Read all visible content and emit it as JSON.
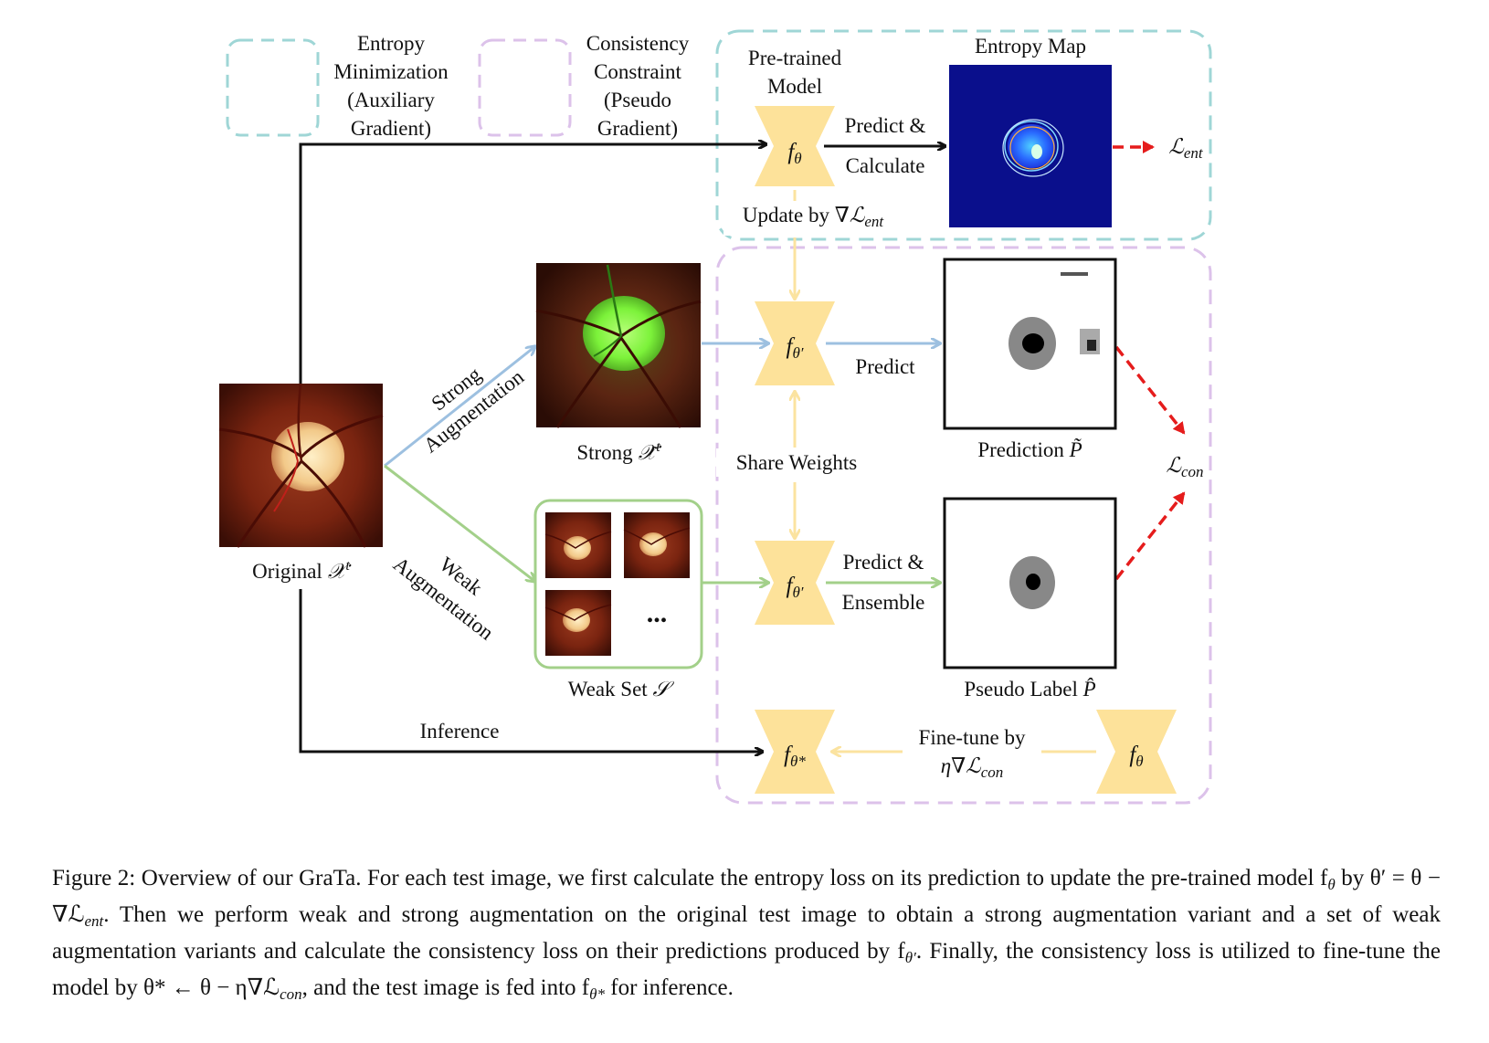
{
  "figure": {
    "legend": {
      "entropy_min": [
        "Entropy",
        "Minimization",
        "(Auxiliary",
        "Gradient)"
      ],
      "consistency": [
        "Consistency",
        "Constraint",
        "(Pseudo",
        "Gradient)"
      ]
    },
    "pretrained_model": [
      "Pre-trained",
      "Model"
    ],
    "entropy_map_title": "Entropy Map",
    "predict_calculate": [
      "Predict &",
      "Calculate"
    ],
    "update_by_prefix": "Update by ∇",
    "loss_ent_symbol": "ℒ",
    "loss_ent_sub": "ent",
    "loss_con_sub": "con",
    "strong_aug_label": [
      "Strong",
      "Augmentation"
    ],
    "weak_aug_label": [
      "Weak",
      "Augmentation"
    ],
    "original_prefix": "Original ",
    "original_symbol": "𝒳",
    "original_sup": "t",
    "strong_prefix": "Strong ",
    "strong_symbol": "𝒳̃",
    "strong_sup": "t",
    "predict": "Predict",
    "share_weights": "Share Weights",
    "prediction_prefix": "Prediction ",
    "prediction_symbol": "P̃",
    "predict_ensemble": [
      "Predict &",
      "Ensemble"
    ],
    "weak_set_prefix": "Weak Set ",
    "weak_set_symbol": "𝒮",
    "ellipsis": "...",
    "pseudo_label_prefix": "Pseudo Label ",
    "pseudo_label_symbol": "P̂",
    "inference": "Inference",
    "finetune_label": "Fine-tune by",
    "finetune_eta": "η∇",
    "model_f": "f",
    "theta": "θ",
    "theta_prime": "θ′",
    "theta_star": "θ*",
    "colors": {
      "entropy_box": "#9fd6d6",
      "consistency_box": "#dcc2ea",
      "model": "#fde29a",
      "strong_arrow": "#9dc0e0",
      "weak_arrow": "#a3d08a",
      "yellow_arrow": "#fbe3a0",
      "loss_arrow": "#e51c1c",
      "entropy_map_bg": "#0a0f8c"
    }
  },
  "caption": {
    "p1": "Figure 2: Overview of our GraTa. For each test image, we first calculate the entropy loss on its prediction to update the pre-trained model f",
    "p1_sub": "θ",
    "p2": " by θ′ = θ − ∇ℒ",
    "p2_sub": "ent",
    "p3": ". Then we perform weak and strong augmentation on the original test image to obtain a strong augmentation variant and a set of weak augmentation variants and calculate the consistency loss on their predictions produced by f",
    "p3_sub": "θ′",
    "p4": ". Finally, the consistency loss is utilized to fine-tune the model by θ* ← θ − η∇ℒ",
    "p4_sub": "con",
    "p5": ", and the test image is fed into f",
    "p5_sub": "θ*",
    "p6": " for inference."
  }
}
